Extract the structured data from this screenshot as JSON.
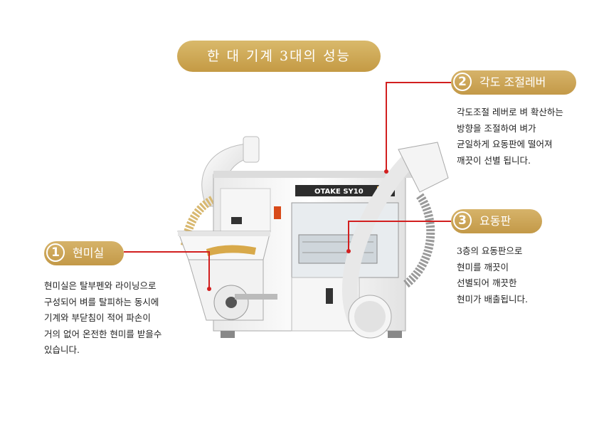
{
  "title": "한 대 기계 3대의 성능",
  "machine": {
    "brand_plate": "OTAKE SY10"
  },
  "features": [
    {
      "number": "1",
      "label": "현미실",
      "lines": [
        "현미실은 탈부펜와 라이닝으로",
        "구성되어 벼를 탈피하는 동시에",
        "기계와 부닫침이 적어 파손이",
        "거의 없어 온전한 현미를 받을수",
        "있습니다."
      ]
    },
    {
      "number": "2",
      "label": "각도 조절레버",
      "lines": [
        "각도조절 레버로 벼 확산하는",
        "방향을 조절하여 벼가",
        "균일하게 요동판에 떨어져",
        "깨끗이 선별 됩니다."
      ]
    },
    {
      "number": "3",
      "label": "요동판",
      "lines": [
        "3층의 요동판으로",
        "현미를 깨끗이",
        "선별되어 깨끗한",
        "현미가 배출됩니다."
      ]
    }
  ],
  "colors": {
    "badge": "#c9a150",
    "leader_line": "#d21f1f"
  }
}
